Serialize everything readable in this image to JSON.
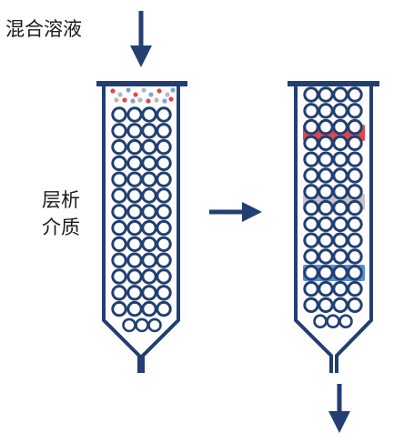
{
  "labels": {
    "mixture": "混合溶液",
    "matrix_line1": "层析",
    "matrix_line2": "介质"
  },
  "colors": {
    "column": "#233f72",
    "arrow": "#233f72",
    "band_red": "#e0474c",
    "band_gray": "#c4c4c6",
    "band_blue": "#5b8fcf",
    "sample_red": "#e0474c",
    "sample_gray": "#b8b8b8",
    "sample_blue": "#7aa3d8"
  },
  "bands": [
    "red",
    "gray",
    "blue"
  ]
}
